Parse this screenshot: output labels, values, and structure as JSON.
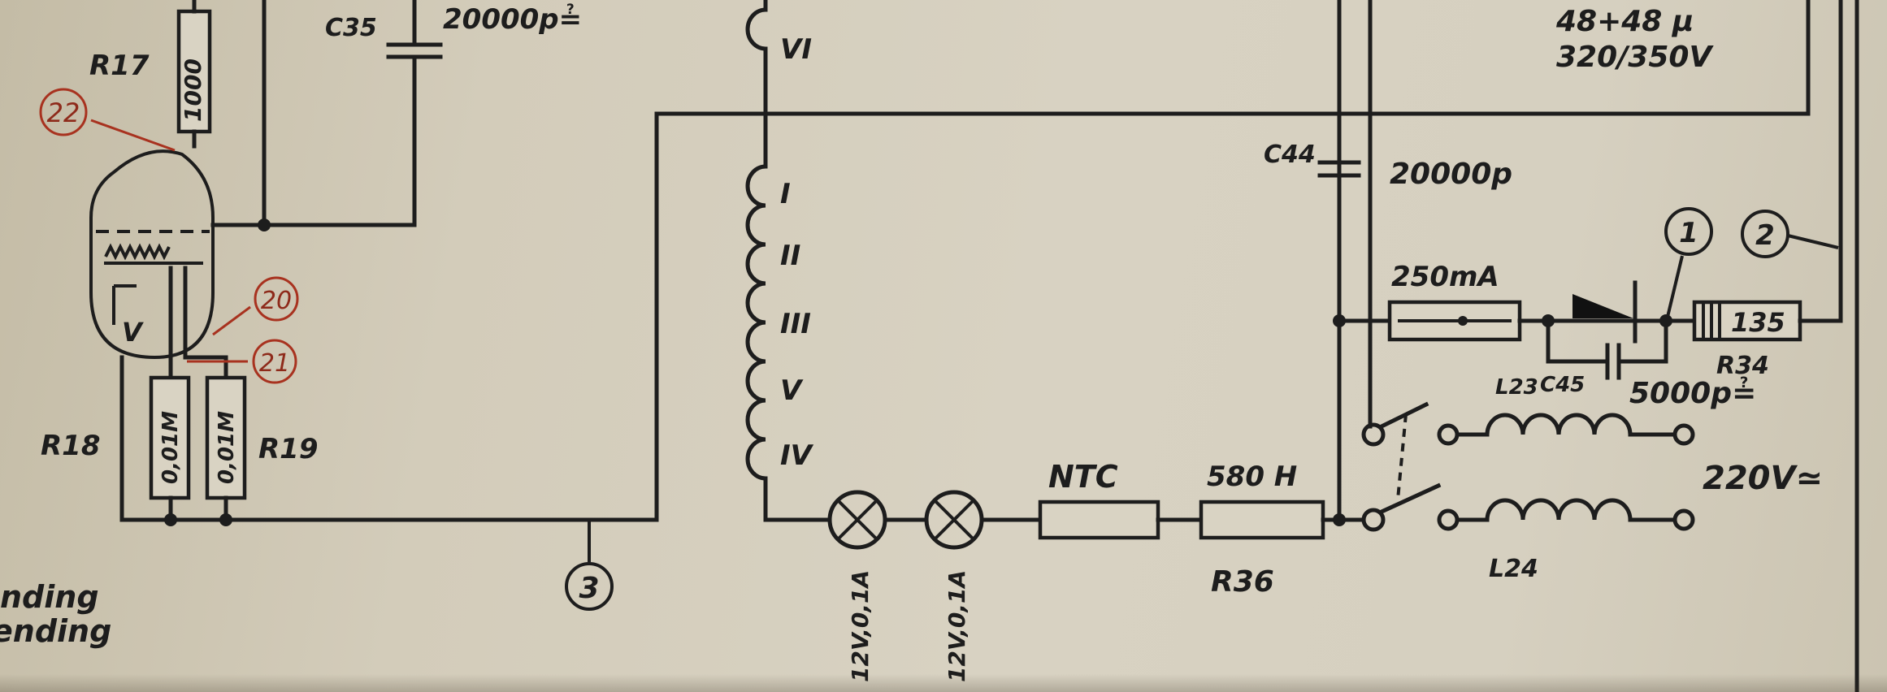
{
  "labels": {
    "c35_ref": "C35",
    "c35_value": "20000p≟",
    "r17_ref": "R17",
    "r17_value": "1000",
    "r18_ref": "R18",
    "r18_value": "0,01M",
    "r19_ref": "R19",
    "r19_value": "0,01M",
    "tube_marker": "V",
    "winding_vi": "VI",
    "winding_i": "I",
    "winding_ii": "II",
    "winding_iii": "III",
    "winding_v": "V",
    "winding_iv": "IV",
    "cap_top_value": "48+48 µ",
    "cap_top_voltage": "320/350V",
    "c44_ref": "C44",
    "c44_value": "20000p",
    "fuse_value": "250mA",
    "r34_value": "135",
    "r34_ref": "R34",
    "c45_ref": "C45",
    "c45_value": "5000p≟",
    "l23_ref": "L23",
    "l24_ref": "L24",
    "mains_voltage": "220V≃",
    "ntc_label": "NTC",
    "r36_value": "580 H",
    "r36_ref": "R36",
    "lamp1_rating": "12V,0,1A",
    "lamp2_rating": "12V,0,1A",
    "side_note_1": "nding",
    "side_note_2": "ending"
  },
  "markers": {
    "m1": "1",
    "m2": "2",
    "m3": "3",
    "m20": "20",
    "m21": "21",
    "m22": "22"
  }
}
